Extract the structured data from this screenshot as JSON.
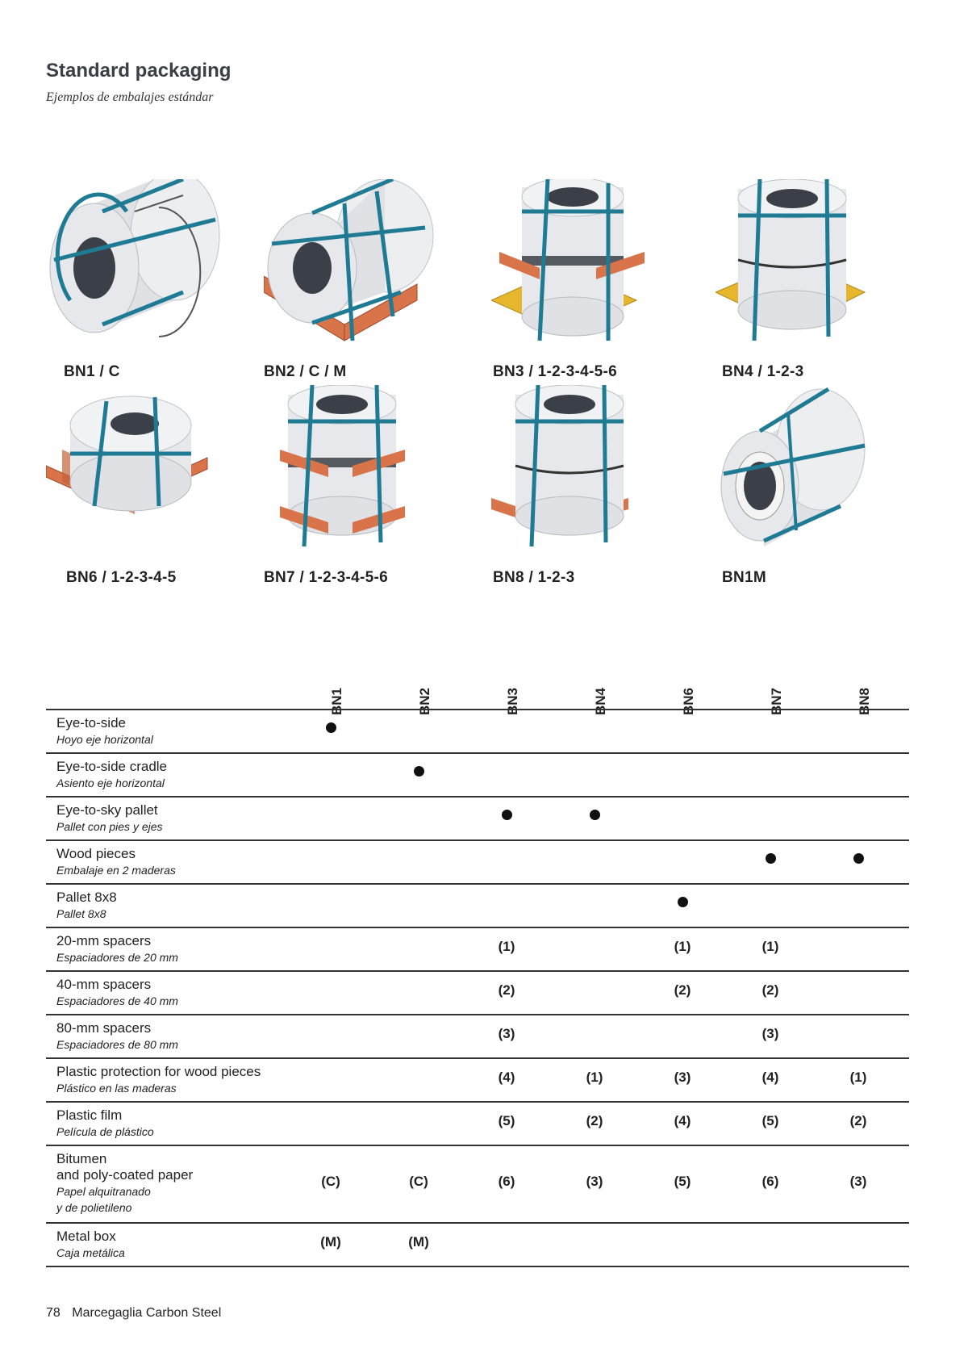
{
  "header": {
    "title": "Standard packaging",
    "subtitle": "Ejemplos de embalajes estándar"
  },
  "packages": [
    {
      "label": "BN1 / C",
      "image": "coil-eye-to-side-icon"
    },
    {
      "label": "BN2 / C / M",
      "image": "coil-cradle-icon"
    },
    {
      "label": "BN3 / 1-2-3-4-5-6",
      "image": "coil-eye-to-sky-pallet-icon"
    },
    {
      "label": "BN4 / 1-2-3",
      "image": "coil-eye-to-sky-pallet-icon"
    },
    {
      "label": "BN6 / 1-2-3-4-5",
      "image": "coil-pallet-8x8-icon"
    },
    {
      "label": "BN7 / 1-2-3-4-5-6",
      "image": "coil-wood-pieces-icon"
    },
    {
      "label": "BN8 / 1-2-3",
      "image": "coil-wood-pieces-icon"
    },
    {
      "label": "BN1M",
      "image": "coil-metal-box-icon"
    }
  ],
  "table": {
    "columns": [
      "BN1",
      "BN2",
      "BN3",
      "BN4",
      "BN6",
      "BN7",
      "BN8"
    ],
    "rows": [
      {
        "en": "Eye-to-side",
        "es": "Hoyo eje horizontal",
        "cells": [
          "dot",
          "",
          "",
          "",
          "",
          "",
          ""
        ]
      },
      {
        "en": "Eye-to-side cradle",
        "es": "Asiento eje horizontal",
        "cells": [
          "",
          "dot",
          "",
          "",
          "",
          "",
          ""
        ]
      },
      {
        "en": "Eye-to-sky pallet",
        "es": "Pallet con pies y ejes",
        "cells": [
          "",
          "",
          "dot",
          "dot",
          "",
          "",
          ""
        ]
      },
      {
        "en": "Wood pieces",
        "es": "Embalaje en 2 maderas",
        "cells": [
          "",
          "",
          "",
          "",
          "",
          "dot",
          "dot"
        ]
      },
      {
        "en": "Pallet 8x8",
        "es": "Pallet 8x8",
        "cells": [
          "",
          "",
          "",
          "",
          "dot",
          "",
          ""
        ]
      },
      {
        "en": "20-mm spacers",
        "es": "Espaciadores de 20 mm",
        "cells": [
          "",
          "",
          "(1)",
          "",
          "(1)",
          "(1)",
          ""
        ]
      },
      {
        "en": "40-mm spacers",
        "es": "Espaciadores de 40 mm",
        "cells": [
          "",
          "",
          "(2)",
          "",
          "(2)",
          "(2)",
          ""
        ]
      },
      {
        "en": "80-mm spacers",
        "es": "Espaciadores de 80 mm",
        "cells": [
          "",
          "",
          "(3)",
          "",
          "",
          "(3)",
          ""
        ]
      },
      {
        "en": "Plastic protection for wood pieces",
        "es": "Plástico en las maderas",
        "cells": [
          "",
          "",
          "(4)",
          "(1)",
          "(3)",
          "(4)",
          "(1)"
        ]
      },
      {
        "en": "Plastic film",
        "es": "Película de plástico",
        "cells": [
          "",
          "",
          "(5)",
          "(2)",
          "(4)",
          "(5)",
          "(2)"
        ]
      },
      {
        "en": "Bitumen\nand poly-coated paper",
        "es": "Papel alquitranado\ny de polietileno",
        "cells": [
          "(C)",
          "(C)",
          "(6)",
          "(3)",
          "(5)",
          "(6)",
          "(3)"
        ]
      },
      {
        "en": "Metal box",
        "es": "Caja metálica",
        "cells": [
          "(M)",
          "(M)",
          "",
          "",
          "",
          "",
          ""
        ]
      }
    ]
  },
  "footer": {
    "page_number": "78",
    "publisher": "Marcegaglia Carbon Steel"
  },
  "colors": {
    "strap": "#1f7a94",
    "wood": "#d9734a",
    "pallet_board": "#e6b62c",
    "coil": "#e3e5e8",
    "eye": "#3b4048"
  }
}
